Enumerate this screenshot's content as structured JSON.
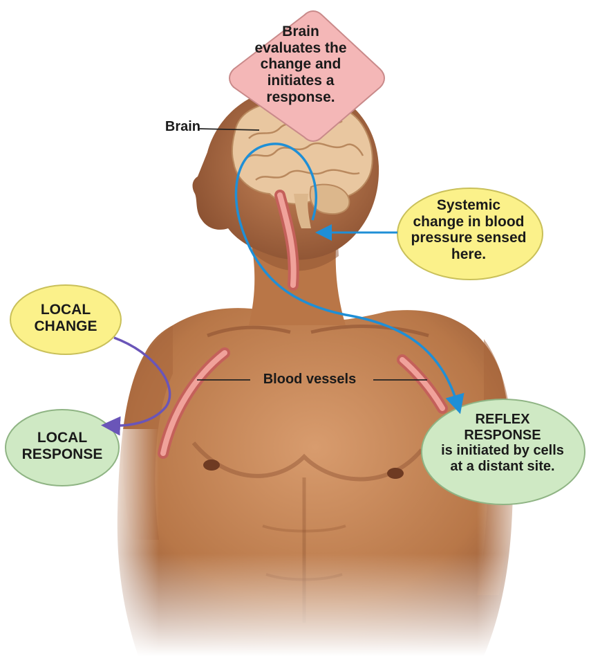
{
  "diagram": {
    "labels": {
      "brain_callout": "Brain\nevaluates the\nchange and\ninitiates a\nresponse.",
      "brain_label": "Brain",
      "systemic_callout": "Systemic\nchange in blood\npressure sensed\nhere.",
      "local_change": "LOCAL\nCHANGE",
      "local_response": "LOCAL\nRESPONSE",
      "blood_vessels_label": "Blood vessels",
      "reflex_callout": "REFLEX\nRESPONSE\nis initiated by cells\nat a distant site."
    },
    "colors": {
      "diamond_fill": "#f4b7b7",
      "yellow_bubble": "#fbf18a",
      "green_bubble": "#cfe9c4",
      "skin": "#c98a5e",
      "skin_dark": "#9a5e3a",
      "vessel": "#e68c86",
      "brain": "#e8c7a0",
      "blue_arrow": "#1f8fd6",
      "purple_arrow": "#6a55b8"
    }
  }
}
